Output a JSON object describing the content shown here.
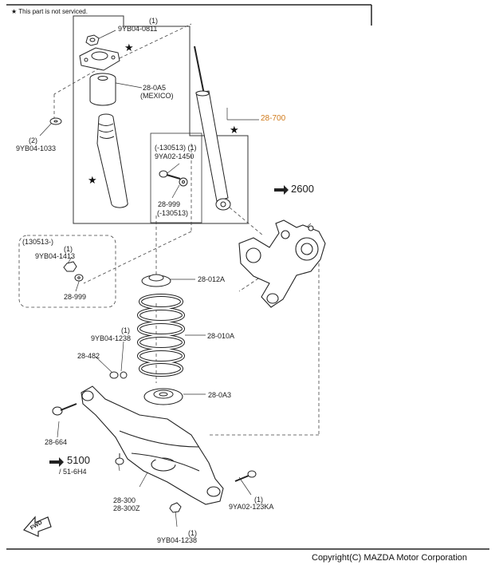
{
  "note": {
    "text": "★ This part is not serviced."
  },
  "labels": {
    "l_9yb04_0811_qty": "(1)",
    "l_9yb04_0811": "9YB04-0811",
    "l_28_0a5": "28-0A5",
    "l_mexico": "(MEXICO)",
    "l_28_700": "28-700",
    "l_9yb04_1033_qty": "(2)",
    "l_9yb04_1033": "9YB04-1033",
    "l_130513_1": "(-130513) (1)",
    "l_9ya02_1450": "9YA02-1450",
    "l_28_999_a": "28-999",
    "l_130513_2": "(-130513)",
    "l_2600": "2600",
    "l_130513_from": "(130513-)",
    "l_9yb04_1413_qty": "(1)",
    "l_9yb04_1413": "9YB04-1413",
    "l_28_999_b": "28-999",
    "l_28_012a": "28-012A",
    "l_28_010a": "28-010A",
    "l_9yb04_1238_top_qty": "(1)",
    "l_9yb04_1238_top": "9YB04-1238",
    "l_28_482": "28-482",
    "l_28_0a3": "28-0A3",
    "l_28_664": "28-664",
    "l_5100": "5100",
    "l_51_6h4": "/ 51-6H4",
    "l_28_300": "28-300",
    "l_28_300z": "28-300Z",
    "l_9ya02_123ka_qty": "(1)",
    "l_9ya02_123ka": "9YA02-123KA",
    "l_9yb04_1238_bot_qty": "(1)",
    "l_9yb04_1238_bot": "9YB04-1238",
    "fwd": "FWD"
  },
  "copyright": {
    "text": "Copyright(C) MAZDA Motor Corporation"
  },
  "colors": {
    "accent": "#d07a1a",
    "line": "#1a1a1a"
  }
}
